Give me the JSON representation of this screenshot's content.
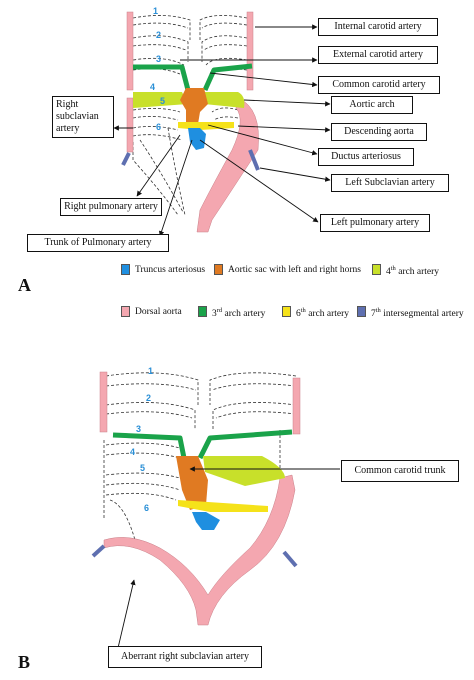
{
  "colors": {
    "dorsal_aorta": "#f4a7b0",
    "third_arch": "#1aa34a",
    "fourth_arch": "#c8e02a",
    "sixth_arch": "#f5e21a",
    "intersegmental": "#5e6fb0",
    "aortic_sac": "#e07a22",
    "truncus": "#1f8fe0",
    "dashed": "#333333"
  },
  "arch_numbers": [
    "1",
    "2",
    "3",
    "4",
    "5",
    "6"
  ],
  "panelA": {
    "panel_label": "A",
    "labels": {
      "internal_carotid": "Internal carotid artery",
      "external_carotid": "External carotid artery",
      "common_carotid": "Common carotid artery",
      "aortic_arch": "Aortic arch",
      "descending_aorta": "Descending aorta",
      "ductus": "Ductus arteriosus",
      "left_subclavian": "Left Subclavian artery",
      "left_pulmonary": "Left pulmonary artery",
      "right_subclavian": "Right subclavian artery",
      "right_pulmonary": "Right pulmonary artery",
      "trunk_pulmonary": "Trunk of Pulmonary artery"
    },
    "legend_row1": [
      {
        "color_key": "truncus",
        "label": "Truncus arteriosus"
      },
      {
        "color_key": "aortic_sac",
        "label": "Aortic sac with left and right horns"
      },
      {
        "color_key": "fourth_arch",
        "num": "4",
        "sup": "th",
        "label": "arch artery"
      }
    ],
    "legend_row2": [
      {
        "color_key": "dorsal_aorta",
        "label": "Dorsal aorta"
      },
      {
        "color_key": "third_arch",
        "num": "3",
        "sup": "rd",
        "label": "arch artery"
      },
      {
        "color_key": "sixth_arch",
        "num": "6",
        "sup": "th",
        "label": "arch artery"
      },
      {
        "color_key": "intersegmental",
        "num": "7",
        "sup": "th",
        "label": "intersegmental artery"
      }
    ]
  },
  "panelB": {
    "panel_label": "B",
    "labels": {
      "common_carotid_trunk": "Common carotid trunk",
      "aberrant_subclavian": "Aberrant right subclavian artery"
    }
  }
}
